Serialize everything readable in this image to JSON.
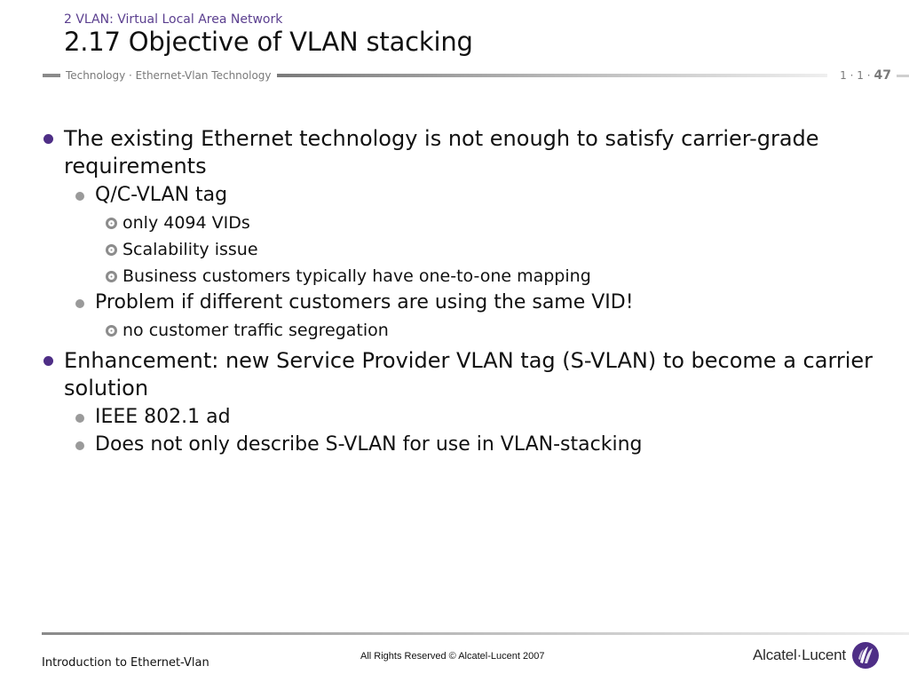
{
  "header": {
    "chapter": "2 VLAN: Virtual Local Area Network",
    "title": "2.17 Objective of VLAN stacking",
    "course_path": "Technology · Ethernet-Vlan Technology",
    "page_prefix": "1 · 1 ·",
    "page_number": "47"
  },
  "bullets": {
    "b1": "The existing Ethernet technology is not enough to satisfy carrier-grade requirements",
    "b1_1": "Q/C-VLAN tag",
    "b1_1_1": "only 4094 VIDs",
    "b1_1_2": "Scalability issue",
    "b1_1_3": "Business customers typically have one-to-one mapping",
    "b1_2": "Problem if different customers are using the same VID!",
    "b1_2_1": "no customer traffic segregation",
    "b2": "Enhancement: new Service Provider VLAN tag (S-VLAN) to become a carrier solution",
    "b2_1": "IEEE 802.1 ad",
    "b2_2": "Does not only describe S-VLAN for use in VLAN-stacking"
  },
  "footer": {
    "course_title": "Introduction to Ethernet-Vlan",
    "copyright": "All Rights Reserved © Alcatel-Lucent 2007",
    "logo_text": "Alcatel·Lucent"
  },
  "colors": {
    "accent": "#4e2e86",
    "chapter_text": "#5b3f8f",
    "sub_bullet": "#9a9a9a"
  }
}
